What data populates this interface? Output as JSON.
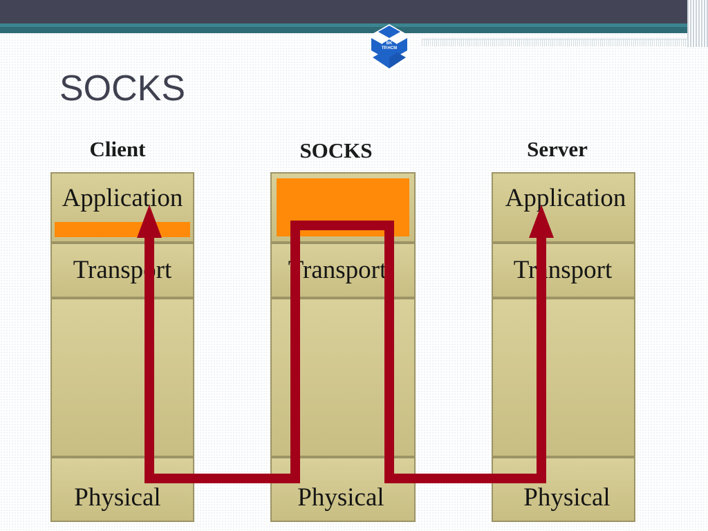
{
  "title": "SOCKS",
  "logo": {
    "line1": "BK",
    "line2": "TP.HCM",
    "icon": "hexagon-cube-logo",
    "color": "#1e63c8"
  },
  "stacks": [
    {
      "name": "Client",
      "layers": [
        "Application",
        "Transport",
        "",
        "Physical"
      ]
    },
    {
      "name": "SOCKS",
      "layers": [
        "",
        "Transport",
        "",
        "Physical"
      ]
    },
    {
      "name": "Server",
      "layers": [
        "Application",
        "Transport",
        "",
        "Physical"
      ]
    }
  ],
  "colors": {
    "layer_fill": "#cec488",
    "socks_layer": "#ff8a0a",
    "path": "#a3001a",
    "title": "#3f4150"
  }
}
